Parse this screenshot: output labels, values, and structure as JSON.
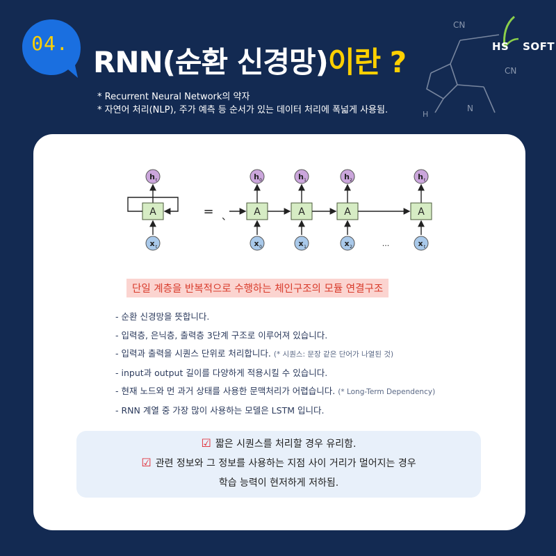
{
  "badge": {
    "number": "04."
  },
  "title": {
    "part1": "RNN(순환 신경망)",
    "part2": "이란 ?"
  },
  "subnotes": [
    "* Recurrent Neural Network의 약자",
    "* 자연어 처리(NLP), 주가 예측 등 순서가 있는 데이터 처리에 폭넓게 사용됨."
  ],
  "logo": {
    "text_left": "HS",
    "text_right": "SOFT",
    "chem_label_1": "CN",
    "chem_label_2": "CN",
    "chem_label_3": "N",
    "chem_label_4": "H"
  },
  "diagram": {
    "cell_label": "A",
    "equals": "=",
    "comma": "、",
    "dots": "...",
    "h_labels": [
      "h",
      "h",
      "h",
      "h",
      "h"
    ],
    "h_subscripts": [
      "t",
      "0",
      "1",
      "2",
      "t"
    ],
    "x_labels": [
      "x",
      "x",
      "x",
      "x",
      "x"
    ],
    "x_subscripts": [
      "t",
      "0",
      "1",
      "2",
      "t"
    ]
  },
  "caption": "단일 계층을 반복적으로 수행하는 체인구조의 모듈 연결구조",
  "bullets": [
    {
      "text": "- 순환 신경망을 뜻합니다.",
      "note": ""
    },
    {
      "text": "- 입력층, 은닉층, 출력층 3단계 구조로 이루어져 있습니다.",
      "note": ""
    },
    {
      "text": "- 입력과 출력을 시퀀스 단위로 처리합니다.",
      "note": "(* 시퀀스: 문장 같은 단어가 나열된 것)"
    },
    {
      "text": "- input과 output 길이를 다양하게 적용시킬 수 있습니다.",
      "note": ""
    },
    {
      "text": "- 현재 노드와 먼 과거 상태를 사용한 문맥처리가 어렵습니다.",
      "note": "(* Long-Term Dependency)"
    },
    {
      "text": "- RNN 계열 중 가장 많이 사용하는 모델은 LSTM 입니다.",
      "note": ""
    }
  ],
  "summary": {
    "check_icon": "☑",
    "line1": "짧은 시퀀스를 처리할 경우 유리함.",
    "line2": "관련 정보와 그 정보를 사용하는 지점 사이 거리가 멀어지는 경우",
    "line3": "학습 능력이 현저하게 저하됨."
  },
  "colors": {
    "background": "#132a52",
    "accent_yellow": "#ffd000",
    "badge_blue": "#1a6fe0",
    "cell_fill": "#d6ecc4",
    "h_fill": "#cba6dc",
    "x_fill": "#a9c9ea",
    "check_red": "#e0202a"
  }
}
